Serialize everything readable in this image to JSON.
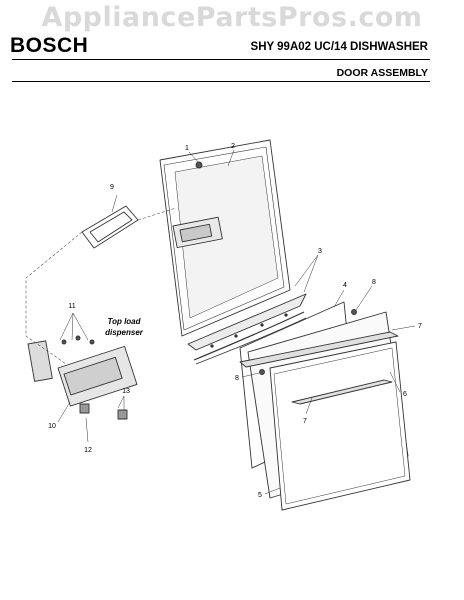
{
  "watermark": "AppliancePartsPros.com",
  "header": {
    "brand": "BOSCH",
    "model": "SHY 99A02 UC/14 DISHWASHER",
    "section": "DOOR ASSEMBLY"
  },
  "callouts": {
    "c1": "1",
    "c2": "2",
    "c3": "3",
    "c4": "4",
    "c5": "5",
    "c6": "6",
    "c7a": "7",
    "c7b": "7",
    "c8a": "8",
    "c8b": "8",
    "c9": "9",
    "c10": "10",
    "c11": "11",
    "c12": "12",
    "c13": "13"
  },
  "note": {
    "line1": "Top load",
    "line2": "dispenser"
  }
}
